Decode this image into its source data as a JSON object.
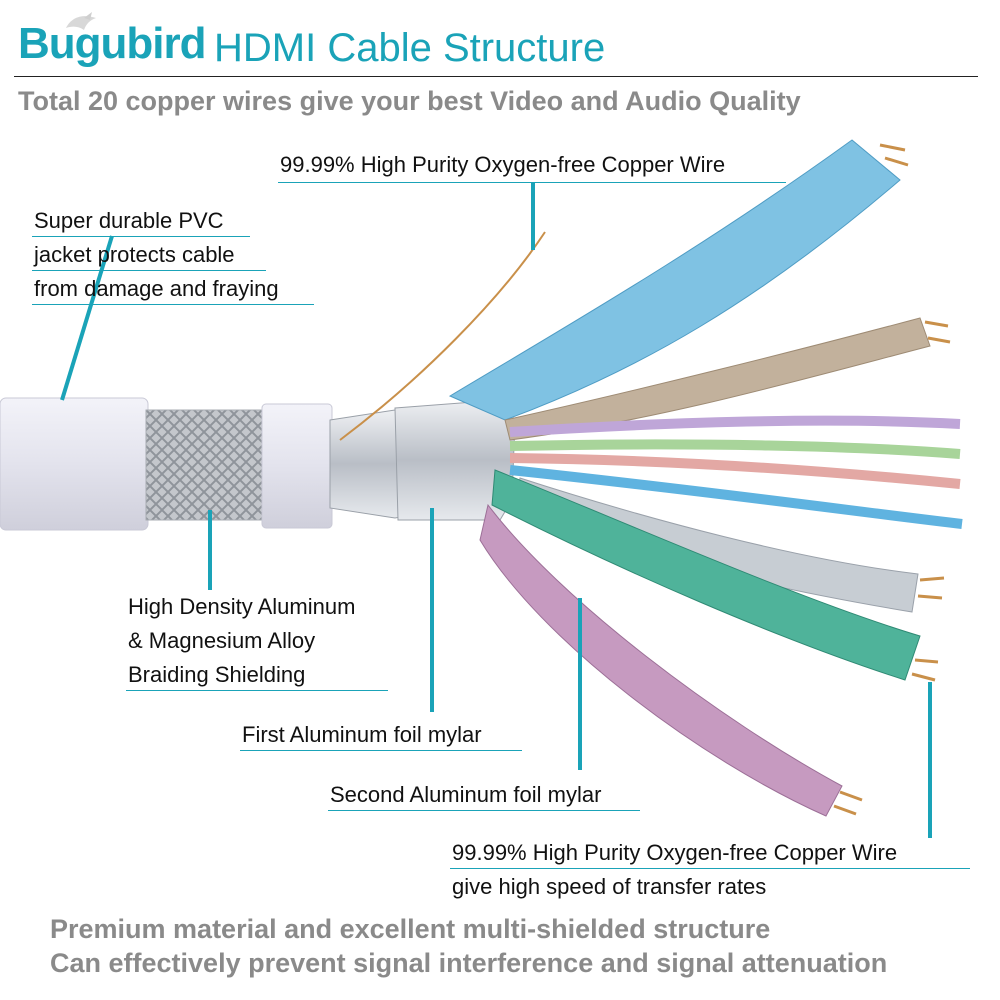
{
  "header": {
    "brand": "Bugubird",
    "title": "HDMI Cable Structure",
    "subtitle": "Total 20 copper wires give your best Video and Audio Quality"
  },
  "callouts": {
    "copper_top": "99.99% High Purity Oxygen-free Copper Wire",
    "pvc": [
      "Super durable PVC",
      "jacket protects cable",
      "from damage and fraying"
    ],
    "braid": [
      "High Density Aluminum",
      "& Magnesium Alloy",
      "Braiding Shielding"
    ],
    "foil_first": "First Aluminum foil mylar",
    "foil_second": "Second Aluminum foil mylar",
    "copper_bottom": [
      "99.99% High Purity Oxygen-free Copper Wire",
      "give high speed of transfer rates"
    ]
  },
  "footer": {
    "line1": "Premium material and excellent multi-shielded structure",
    "line2": "Can effectively prevent signal interference and signal attenuation"
  },
  "colors": {
    "accent": "#1aa3b8",
    "jacket": "#e4e4ee",
    "braid": "#b9bcc2",
    "foil": "#d2d6dc",
    "pair_blue": "#7fc2e3",
    "pair_tan": "#c2b19c",
    "pair_green": "#4fb39a",
    "pair_pink": "#c69ac0",
    "pair_silver": "#c7cdd3",
    "copper": "#c9904a"
  }
}
